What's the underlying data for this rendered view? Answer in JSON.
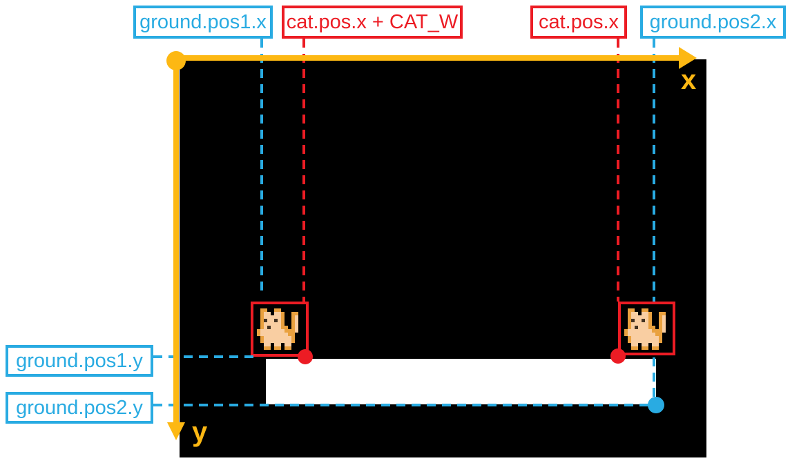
{
  "colors": {
    "cyan": "#29ABE2",
    "red": "#EC1C24",
    "orange": "#FDB813",
    "black": "#000000",
    "white": "#FFFFFF",
    "cat_body": "#F9CEA2",
    "cat_accent": "#E9A13F",
    "cat_dark": "#443323"
  },
  "axis": {
    "x_label": "x",
    "y_label": "y"
  },
  "annotations": {
    "top": [
      {
        "text": "ground.pos1.x",
        "color": "#29ABE2"
      },
      {
        "text": "cat.pos.x + CAT_W",
        "color": "#EC1C24"
      },
      {
        "text": "cat.pos.x",
        "color": "#EC1C24"
      },
      {
        "text": "ground.pos2.x",
        "color": "#29ABE2"
      }
    ],
    "left": [
      {
        "text": "ground.pos1.y",
        "color": "#29ABE2"
      },
      {
        "text": "ground.pos2.y",
        "color": "#29ABE2"
      }
    ]
  },
  "markers": [
    {
      "id": "origin-point",
      "color": "#FDB813"
    },
    {
      "id": "cat-left-right-edge-point",
      "color": "#EC1C24"
    },
    {
      "id": "cat-right-left-edge-point",
      "color": "#EC1C24"
    },
    {
      "id": "ground-pos2-point",
      "color": "#29ABE2"
    }
  ],
  "sprites": [
    {
      "id": "cat-left"
    },
    {
      "id": "cat-right"
    }
  ]
}
